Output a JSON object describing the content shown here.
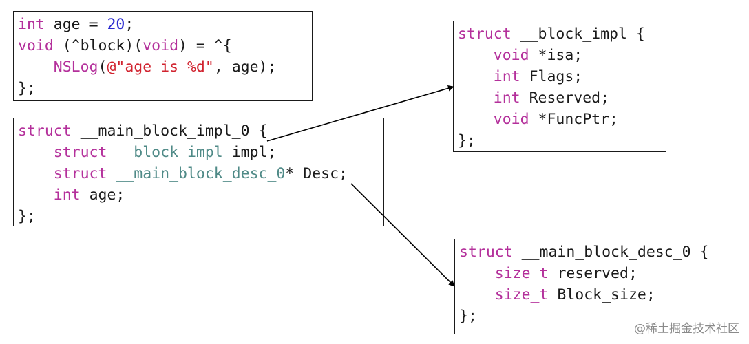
{
  "colors": {
    "plain": "#1a1a1a",
    "keyword": "#b4309b",
    "type": "#4f8a87",
    "number": "#2a2ad0",
    "string": "#d1232f",
    "arrow": "#000000"
  },
  "blocks": [
    {
      "id": "box1",
      "name": "source-code-box",
      "lines": [
        [
          [
            "int",
            "keyword"
          ],
          [
            " age = ",
            "plain"
          ],
          [
            "20",
            "number"
          ],
          [
            ";",
            "plain"
          ]
        ],
        [
          [
            "void",
            "keyword"
          ],
          [
            " (^block)(",
            "plain"
          ],
          [
            "void",
            "keyword"
          ],
          [
            ") = ^{",
            "plain"
          ]
        ],
        [
          [
            "    ",
            "plain"
          ],
          [
            "NSLog",
            "keyword"
          ],
          [
            "(",
            "plain"
          ],
          [
            "@\"age is %d\"",
            "string"
          ],
          [
            ", age);",
            "plain"
          ]
        ],
        [
          [
            "};",
            "plain"
          ]
        ]
      ]
    },
    {
      "id": "box2",
      "name": "main-block-impl-struct-box",
      "lines": [
        [
          [
            "struct",
            "keyword"
          ],
          [
            " __main_block_impl_0 {",
            "plain"
          ]
        ],
        [
          [
            "    ",
            "plain"
          ],
          [
            "struct",
            "keyword"
          ],
          [
            " ",
            "plain"
          ],
          [
            "__block_impl",
            "type"
          ],
          [
            " impl;",
            "plain"
          ]
        ],
        [
          [
            "    ",
            "plain"
          ],
          [
            "struct",
            "keyword"
          ],
          [
            " ",
            "plain"
          ],
          [
            "__main_block_desc_0",
            "type"
          ],
          [
            "* Desc;",
            "plain"
          ]
        ],
        [
          [
            "    ",
            "plain"
          ],
          [
            "int",
            "keyword"
          ],
          [
            " age;",
            "plain"
          ]
        ],
        [
          [
            "};",
            "plain"
          ]
        ]
      ]
    },
    {
      "id": "box3",
      "name": "block-impl-struct-box",
      "lines": [
        [
          [
            "struct",
            "keyword"
          ],
          [
            " __block_impl {",
            "plain"
          ]
        ],
        [
          [
            "    ",
            "plain"
          ],
          [
            "void",
            "keyword"
          ],
          [
            " *isa;",
            "plain"
          ]
        ],
        [
          [
            "    ",
            "plain"
          ],
          [
            "int",
            "keyword"
          ],
          [
            " Flags;",
            "plain"
          ]
        ],
        [
          [
            "    ",
            "plain"
          ],
          [
            "int",
            "keyword"
          ],
          [
            " Reserved;",
            "plain"
          ]
        ],
        [
          [
            "    ",
            "plain"
          ],
          [
            "void",
            "keyword"
          ],
          [
            " *FuncPtr;",
            "plain"
          ]
        ],
        [
          [
            "};",
            "plain"
          ]
        ]
      ]
    },
    {
      "id": "box4",
      "name": "main-block-desc-struct-box",
      "lines": [
        [
          [
            "struct",
            "keyword"
          ],
          [
            " __main_block_desc_0 {",
            "plain"
          ]
        ],
        [
          [
            "    ",
            "plain"
          ],
          [
            "size_t",
            "keyword"
          ],
          [
            " reserved;",
            "plain"
          ]
        ],
        [
          [
            "    ",
            "plain"
          ],
          [
            "size_t",
            "keyword"
          ],
          [
            " Block_size;",
            "plain"
          ]
        ],
        [
          [
            "};",
            "plain"
          ]
        ]
      ]
    }
  ],
  "arrows": [
    {
      "name": "impl-to-block-impl-arrow",
      "from": "impl",
      "to": "__block_impl"
    },
    {
      "name": "desc-to-main-block-desc-arrow",
      "from": "Desc",
      "to": "__main_block_desc_0"
    }
  ],
  "watermark": "@稀土掘金技术社区"
}
